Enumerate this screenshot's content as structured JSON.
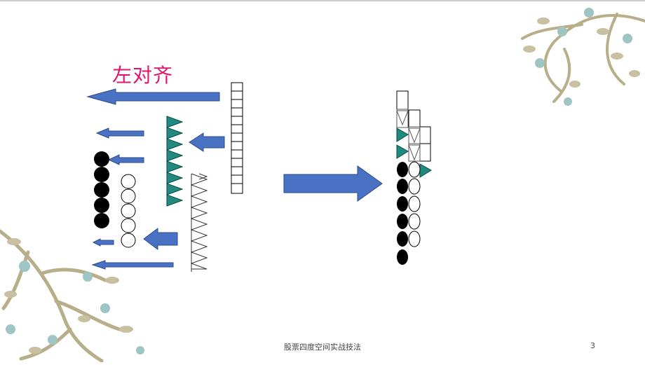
{
  "slide": {
    "title": "左对齐",
    "footer": "股票四度空间实战技法",
    "page_number": "3"
  },
  "colors": {
    "title": "#e0136f",
    "arrow_fill": "#4a72c4",
    "arrow_stroke": "#2a4a8a",
    "teal": "#1f8a80",
    "vine": "#b8ae8a",
    "flower": "#9fc4c4"
  },
  "icons": {
    "left_arrow": "left-arrow-icon",
    "right_arrow": "right-arrow-icon",
    "decoration": "vine-decoration"
  }
}
